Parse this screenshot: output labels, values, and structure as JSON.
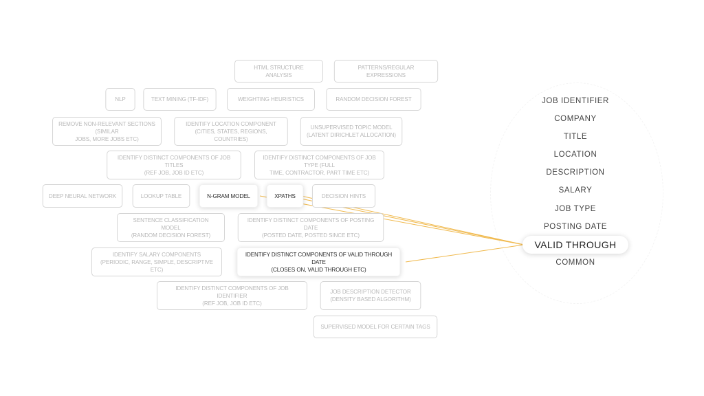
{
  "colors": {
    "connector": "#f0b94d",
    "chip_border": "#d4d4d4",
    "chip_text": "#b8b8b8",
    "active_text": "#2a2a2a"
  },
  "techniques": {
    "html_structure_analysis": "HTML STRUCTURE ANALYSIS",
    "patterns_regular_expressions": "PATTERNS/REGULAR EXPRESSIONS",
    "nlp": "NLP",
    "text_mining": "TEXT MINING (TF-IDF)",
    "weighting_heuristics": "WEIGHTING HEURISTICS",
    "random_decision_forest": "RANDOM DECISION FOREST",
    "remove_non_relevant_1": "REMOVE NON-RELEVANT SECTIONS (SIMILAR",
    "remove_non_relevant_2": "JOBS, MORE JOBS ETC)",
    "location_component_1": "IDENTIFY LOCATION COMPONENT",
    "location_component_2": "(CITIES, STATES, REGIONS, COUNTRIES)",
    "unsupervised_topic_1": "UNSUPERVISED TOPIC MODEL",
    "unsupervised_topic_2": "(LATENT DIRICHLET ALLOCATION)",
    "job_titles_1": "IDENTIFY DISTINCT COMPONENTS OF JOB TITLES",
    "job_titles_2": "(REF JOB, JOB ID ETC)",
    "job_type_1": "IDENTIFY DISTINCT COMPONENTS OF JOB TYPE (FULL",
    "job_type_2": "TIME, CONTRACTOR, PART TIME ETC)",
    "deep_neural_network": "DEEP NEURAL NETWORK",
    "lookup_table": "LOOKUP TABLE",
    "n_gram_model": "N-GRAM MODEL",
    "xpaths": "XPATHS",
    "decision_hints": "DECISION HINTS",
    "sentence_classification_1": "SENTENCE CLASSIFICATION MODEL",
    "sentence_classification_2": "(RANDOM DECISION FOREST)",
    "posting_date_1": "IDENTIFY DISTINCT COMPONENTS OF POSTING DATE",
    "posting_date_2": "(POSTED DATE, POSTED SINCE ETC)",
    "salary_components_1": "IDENTIFY SALARY COMPONENTS",
    "salary_components_2": "(PERIODIC, RANGE, SIMPLE, DESCRIPTIVE ETC)",
    "valid_through_1": "IDENTIFY DISTINCT COMPONENTS OF VALID THROUGH DATE",
    "valid_through_2": "(CLOSES ON, VALID THROUGH ETC)",
    "job_identifier_1": "IDENTIFY DISTINCT COMPONENTS OF JOB IDENTIFIER",
    "job_identifier_2": "(REF JOB, JOB ID ETC)",
    "job_description_detector_1": "JOB DESCRIPTION DETECTOR",
    "job_description_detector_2": "(DENSITY BASED ALGORITHM)",
    "supervised_model": "SUPERVISED MODEL FOR CERTAIN TAGS"
  },
  "categories": [
    "JOB IDENTIFIER",
    "COMPANY",
    "TITLE",
    "LOCATION",
    "DESCRIPTION",
    "SALARY",
    "JOB TYPE",
    "POSTING DATE",
    "VALID THROUGH",
    "COMMON"
  ],
  "selected_category": "VALID THROUGH"
}
